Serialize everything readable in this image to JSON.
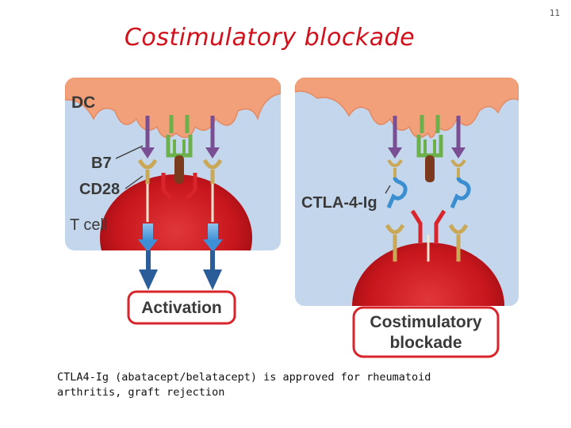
{
  "page_number": "11",
  "title": "Costimulatory blockade",
  "labels": {
    "dc": "DC",
    "b7": "B7",
    "cd28": "CD28",
    "tcell": "T cell",
    "ctla4ig": "CTLA-4-Ig"
  },
  "boxes": {
    "activation": "Activation",
    "blockade_line1": "Costimulatory",
    "blockade_line2": "blockade"
  },
  "caption": {
    "line1": "CTLA4-Ig (abatacept/belatacept) is approved for rheumatoid",
    "line2": "arthritis, graft rejection"
  },
  "colors": {
    "title": "#d0101a",
    "panel_bg": "#c4d6ec",
    "dc_cell": "#f2a07a",
    "t_cell": "#c8161d",
    "b7": "#7a4e92",
    "cd28": "#c9a857",
    "tcr_green": "#6bb04a",
    "arrow_blue": "#2a5d9a"
  }
}
